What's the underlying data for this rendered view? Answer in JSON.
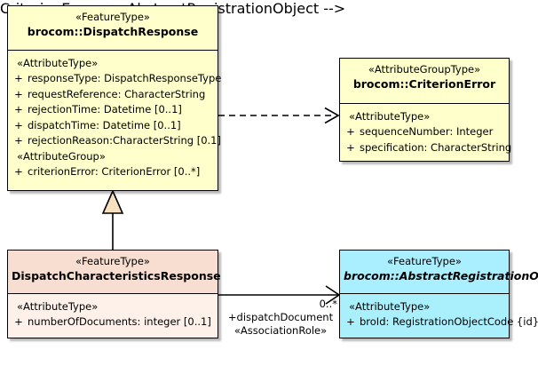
{
  "diagram": {
    "type": "uml-class-diagram",
    "classes": [
      {
        "id": "dispatch-response",
        "stereotype": "«FeatureType»",
        "name": "brocom::DispatchResponse",
        "abstract": false,
        "fill": "#ffffcc",
        "compartments": [
          {
            "group": "«AttributeType»",
            "attributes": [
              {
                "visibility": "+",
                "text": "responseType: DispatchResponseType"
              },
              {
                "visibility": "+",
                "text": "requestReference: CharacterString"
              },
              {
                "visibility": "+",
                "text": "rejectionTime: Datetime [0..1]"
              },
              {
                "visibility": "+",
                "text": "dispatchTime: Datetime [0..1]"
              },
              {
                "visibility": "+",
                "text": "rejectionReason:CharacterString [0.1]"
              }
            ]
          },
          {
            "group": "«AttributeGroup»",
            "attributes": [
              {
                "visibility": "+",
                "text": "criterionError: CriterionError [0..*]"
              }
            ]
          }
        ]
      },
      {
        "id": "criterion-error",
        "stereotype": "«AttributeGroupType»",
        "name": "brocom::CriterionError",
        "abstract": false,
        "fill": "#ffffcc",
        "compartments": [
          {
            "group": "«AttributeType»",
            "attributes": [
              {
                "visibility": "+",
                "text": "sequenceNumber: Integer"
              },
              {
                "visibility": "+",
                "text": "specification: CharacterString"
              }
            ]
          }
        ]
      },
      {
        "id": "dispatch-characteristics-response",
        "stereotype": "«FeatureType»",
        "name": "DispatchCharacteristicsResponse",
        "abstract": false,
        "fill": "#f7ded0",
        "compartments": [
          {
            "group": "«AttributeType»",
            "attributes": [
              {
                "visibility": "+",
                "text": "numberOfDocuments: integer [0..1]"
              }
            ]
          }
        ]
      },
      {
        "id": "abstract-registration-object",
        "stereotype": "«FeatureType»",
        "name": "brocom::AbstractRegistrationObject",
        "abstract": true,
        "fill": "#a9efff",
        "compartments": [
          {
            "group": "«AttributeType»",
            "attributes": [
              {
                "visibility": "+",
                "text": "broId: RegistrationObjectCode {id}"
              }
            ]
          }
        ]
      }
    ],
    "relationships": {
      "dependency": {
        "kind": "dependency",
        "from": "dispatch-response",
        "to": "criterion-error"
      },
      "generalization": {
        "kind": "generalization",
        "from": "dispatch-characteristics-response",
        "to": "dispatch-response",
        "arrow_fill": "#f7e0c0"
      },
      "association": {
        "kind": "association",
        "from": "dispatch-characteristics-response",
        "to": "abstract-registration-object",
        "multiplicity": "0..*",
        "role": "+dispatchDocument",
        "stereotype": "«AssociationRole»"
      }
    }
  }
}
